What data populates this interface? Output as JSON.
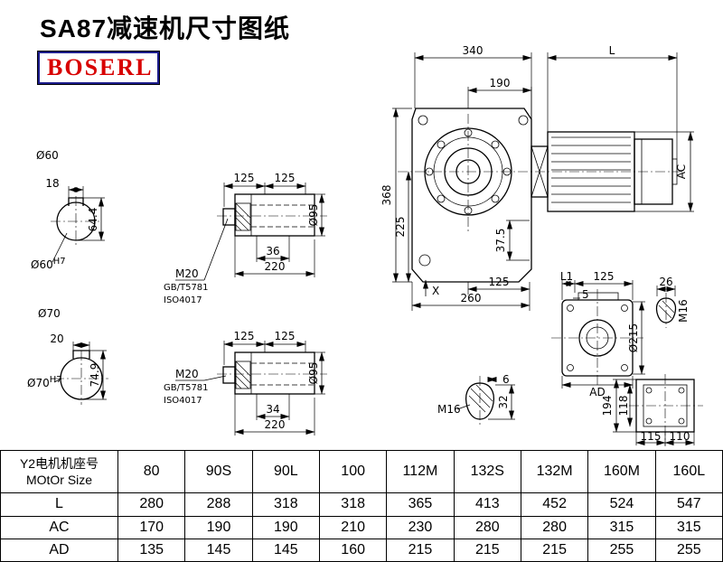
{
  "page": {
    "title": "SA87减速机尺寸图纸",
    "brand": "BOSERL"
  },
  "main_view": {
    "dim_340": "340",
    "dim_L": "L",
    "dim_190": "190",
    "dim_368": "368",
    "dim_225": "225",
    "dim_37_5": "37.5",
    "dim_125": "125",
    "dim_260": "260",
    "dim_AC": "AC",
    "label_X": "X"
  },
  "shaft_60": {
    "label": "Ø60",
    "dim_18": "18",
    "dim_64_4": "64.4",
    "bore": "Ø60",
    "tol": "H7"
  },
  "shaft_70": {
    "label": "Ø70",
    "dim_20": "20",
    "dim_74_9": "74.9",
    "bore": "Ø70",
    "tol": "H7"
  },
  "hollow_top": {
    "dim_125a": "125",
    "dim_125b": "125",
    "thread": "M20",
    "std1": "GB/T5781",
    "std2": "ISO4017",
    "dim_36": "36",
    "dim_220": "220",
    "dim_d95": "Ø95"
  },
  "hollow_bottom": {
    "dim_125a": "125",
    "dim_125b": "125",
    "thread": "M20",
    "std1": "GB/T5781",
    "std2": "ISO4017",
    "dim_34": "34",
    "dim_220": "220",
    "dim_d95": "Ø95"
  },
  "side_view": {
    "dim_L1": "L1",
    "dim_125": "125",
    "dim_5": "5",
    "dim_26": "26",
    "thread": "M16",
    "dim_d215": "Ø215",
    "dim_AD": "AD"
  },
  "plug_detail": {
    "dim_6": "6",
    "dim_32": "32",
    "thread": "M16"
  },
  "flange_view": {
    "dim_194": "194",
    "dim_118": "118",
    "dim_115": "115",
    "dim_110": "110"
  },
  "table": {
    "header": {
      "line1": "Y2电机机座号",
      "line2": "MOtOr Size"
    },
    "columns": [
      "80",
      "90S",
      "90L",
      "100",
      "112M",
      "132S",
      "132M",
      "160M",
      "160L"
    ],
    "rows": [
      {
        "label": "L",
        "values": [
          "280",
          "288",
          "318",
          "318",
          "365",
          "413",
          "452",
          "524",
          "547"
        ]
      },
      {
        "label": "AC",
        "values": [
          "170",
          "190",
          "190",
          "210",
          "230",
          "280",
          "280",
          "315",
          "315"
        ]
      },
      {
        "label": "AD",
        "values": [
          "135",
          "145",
          "145",
          "160",
          "215",
          "215",
          "215",
          "255",
          "255"
        ]
      }
    ]
  }
}
